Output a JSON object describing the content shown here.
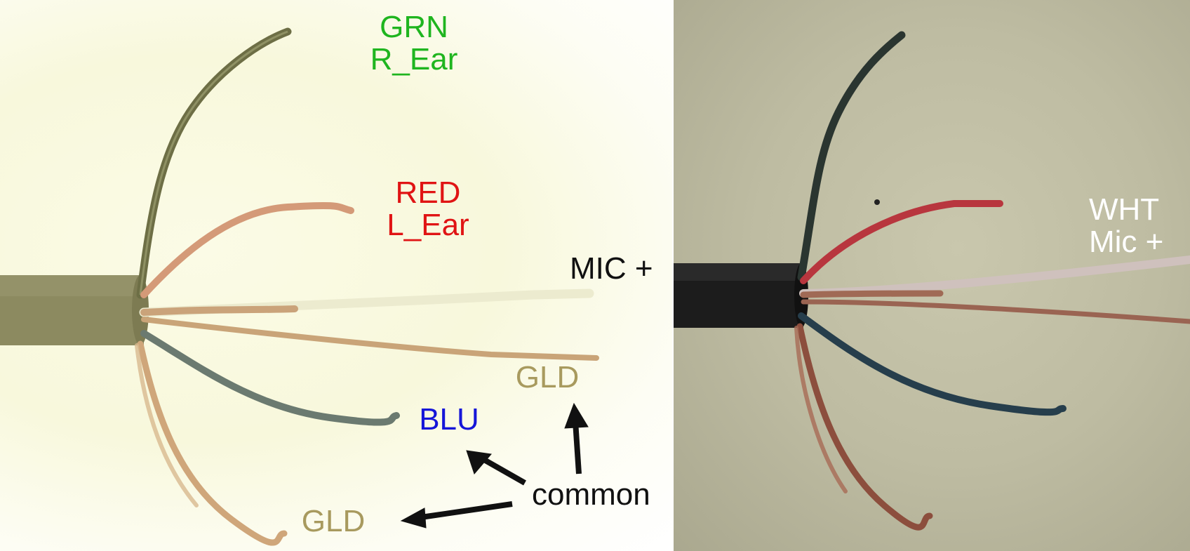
{
  "left_photo": {
    "labels": {
      "green_color_name": "GRN",
      "green_signal": "R_Ear",
      "red_color_name": "RED",
      "red_signal": "L_Ear",
      "mic": "MIC +",
      "gold_right": "GLD",
      "blue_color_name": "BLU",
      "common": "common",
      "gold_left": "GLD"
    }
  },
  "right_photo": {
    "labels": {
      "white_color_name": "WHT",
      "white_signal": "Mic +"
    }
  },
  "colors": {
    "green_label": "#1fb51f",
    "red_label": "#e01414",
    "blue_label": "#1616d8",
    "gold_label": "#a89a5e",
    "black_label": "#111111",
    "white_label": "#ffffff"
  }
}
